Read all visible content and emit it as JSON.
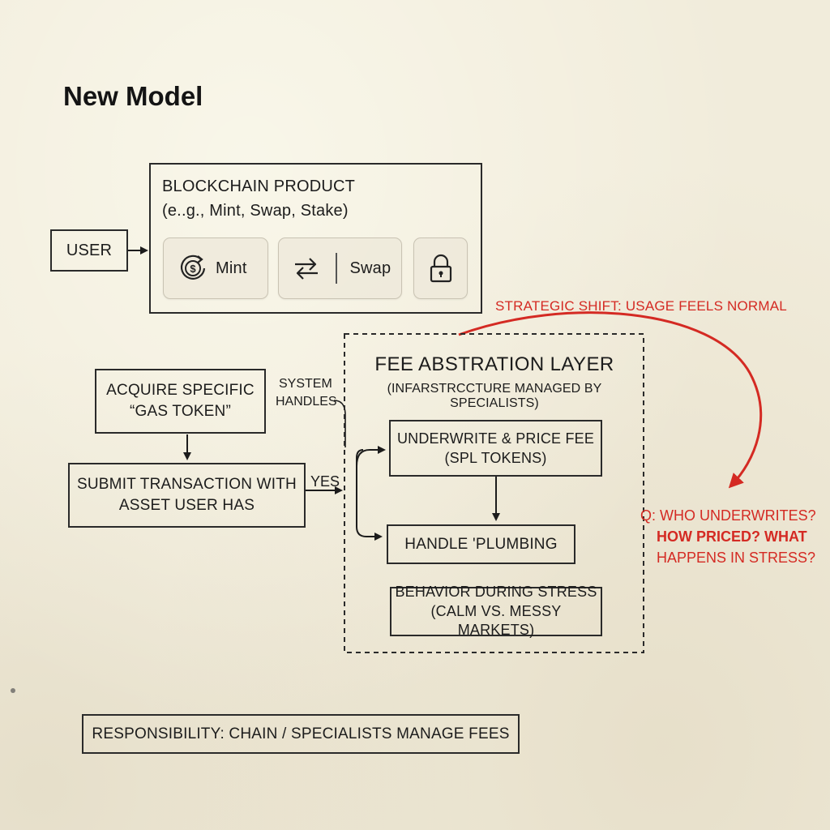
{
  "title": "New Model",
  "user_label": "USER",
  "product": {
    "title_line1": "BLOCKCHAIN PRODUCT",
    "title_line2": "(e..g., Mint, Swap, Stake)",
    "mint_label": "Mint",
    "swap_label": "Swap"
  },
  "strategic_shift": "STRATEGIC SHIFT: USAGE FEELS NORMAL",
  "acquire_box": {
    "line1": "ACQUIRE SPECIFIC",
    "line2": "“GAS TOKEN”"
  },
  "system_handles": {
    "line1": "SYSTEM",
    "line2": "HANDLES"
  },
  "submit_box": {
    "line1": "SUBMIT TRANSACTION WITH",
    "line2": "ASSET USER HAS"
  },
  "yes_label": "YES",
  "fee_layer": {
    "title": "FEE ABSTRATION LAYER",
    "subtitle": "(INFARSTRCCTURE MANAGED BY SPECIALISTS)",
    "underwrite_line1": "UNDERWRITE & PRICE FEE",
    "underwrite_line2": "(SPL TOKENS)",
    "plumbing": "HANDLE 'PLUMBING",
    "stress_line1": "BEHAVIOR DURING STRESS",
    "stress_line2": "(CALM VS. MESSY MARKETS)"
  },
  "question": {
    "line1": "Q: WHO UNDERWRITES?",
    "line2": "HOW PRICED? WHAT",
    "line3": "HAPPENS IN STRESS?"
  },
  "responsibility": "RESPONSIBILITY: CHAIN / SPECIALISTS MANAGE FEES",
  "colors": {
    "background": "#f1ecdb",
    "ink": "#1c1c1c",
    "accent_red": "#d42a23"
  },
  "icons": [
    "coin-dollar-icon",
    "swap-arrows-icon",
    "lock-icon"
  ]
}
